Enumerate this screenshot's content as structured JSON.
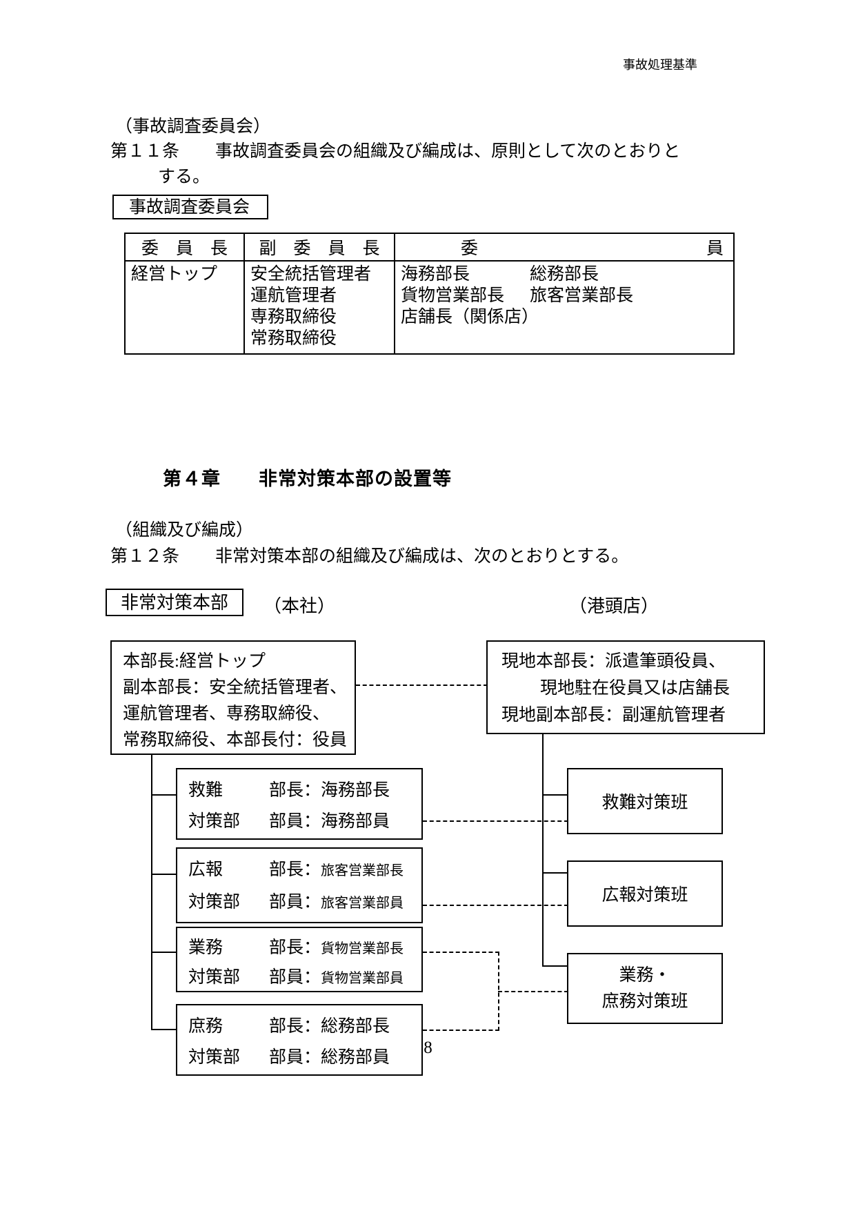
{
  "doc": {
    "header_label": "事故処理基準",
    "page_number": "8"
  },
  "article11": {
    "caption": "（事故調査委員会）",
    "number": "第１１条",
    "text": "事故調査委員会の組織及び編成は、原則として次のとおりと",
    "text_cont": "する。",
    "box_label": "事故調査委員会"
  },
  "committee_table": {
    "header": {
      "chair": "委　員　長",
      "vice_chair": "副　委　員　長",
      "member_left": "委",
      "member_right": "員"
    },
    "chair": "経営トップ",
    "vice_chairs": [
      "安全統括管理者",
      "運航管理者",
      "専務取締役",
      "常務取締役"
    ],
    "members": [
      [
        "海務部長",
        "総務部長"
      ],
      [
        "貨物営業部長",
        "旅客営業部長"
      ],
      [
        "店舗長（関係店）"
      ]
    ]
  },
  "chapter4": {
    "number": "第４章",
    "title": "非常対策本部の設置等"
  },
  "article12": {
    "caption": "（組織及び編成）",
    "number": "第１２条",
    "text": "非常対策本部の組織及び編成は、次のとおりとする。",
    "box_label": "非常対策本部",
    "head_office_label": "（本社）",
    "port_store_label": "（港頭店）"
  },
  "org_chart": {
    "hq_box": {
      "line1": "本部長:経営トップ",
      "line2": "副本部長：安全統括管理者、",
      "line3": "運航管理者、専務取締役、",
      "line4": "常務取締役、本部長付：役員"
    },
    "site_box": {
      "line1": "現地本部長：派遣筆頭役員、",
      "line2": "現地駐在役員又は店舗長",
      "line3": "現地副本部長：副運航管理者"
    },
    "units": [
      {
        "name_line1": "救難",
        "name_line2": "対策部",
        "chief_label": "部長：",
        "chief": "海務部長",
        "member_label": "部員：",
        "member": "海務部員"
      },
      {
        "name_line1": "広報",
        "name_line2": "対策部",
        "chief_label": "部長：",
        "chief": "旅客営業部長",
        "member_label": "部員：",
        "member": "旅客営業部員"
      },
      {
        "name_line1": "業務",
        "name_line2": "対策部",
        "chief_label": "部長：",
        "chief": "貨物営業部長",
        "member_label": "部員：",
        "member": "貨物営業部員"
      },
      {
        "name_line1": "庶務",
        "name_line2": "対策部",
        "chief_label": "部長：",
        "chief": "総務部長",
        "member_label": "部員：",
        "member": "総務部員"
      }
    ],
    "squads": [
      {
        "line1": "救難対策班"
      },
      {
        "line1": "広報対策班"
      },
      {
        "line1": "業務・",
        "line2": "庶務対策班"
      }
    ]
  }
}
